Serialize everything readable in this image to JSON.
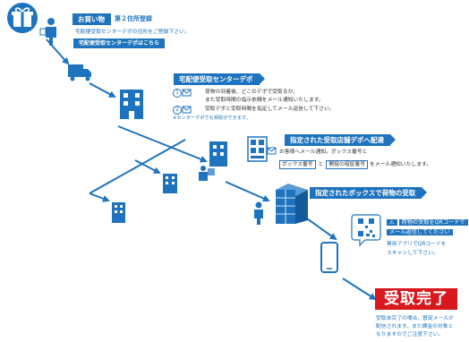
{
  "step1": {
    "badge": "お買い物",
    "title": "第２住所登録",
    "desc": "宅配便受取センターデポの住所をご登録下さい。",
    "link": "宅配便受取センターデポはこちら"
  },
  "step2": {
    "badge": "宅配便受取センターデポ",
    "item1_num": "1",
    "item1_line1": "荷物の到着後、どこのデポで受取るか、",
    "item1_line2": "また受取時間の指示依頼をメール通知いたします。",
    "item2_num": "2",
    "item2_text": "受取デポと受取時間を指定してメール返信して下さい。",
    "note": "※センターデポでも受取ができます。"
  },
  "step3": {
    "badge": "指定された受取店舗デポへ配達",
    "line1": "お客様へメール通知。ボックス番号と",
    "box1": "ボックス番号",
    "and": "と",
    "box2": "開錠の暗証番号",
    "line2_tail": "をメール通知いたします。"
  },
  "step4": {
    "badge": "指定されたボックスで荷物の受取"
  },
  "step5": {
    "warn_line1": "荷物の受取をQRコードで",
    "warn_line2": "メール返信してください",
    "desc1": "専用アプリでQRコードを",
    "desc2": "スキャンして下さい。"
  },
  "done": {
    "label": "受取完了",
    "note1": "受取未完了の場合、督促メールが",
    "note2": "配信されます。また課金の対象と",
    "note3": "なりますのでご注意下さい。"
  },
  "colors": {
    "accent": "#1e73be",
    "alert": "#d7181d"
  },
  "icons": [
    "gift-icon",
    "person-icon",
    "truck-icon",
    "building-icon",
    "mail-icon",
    "locker-icon",
    "smartphone-icon",
    "qr-code-icon"
  ]
}
